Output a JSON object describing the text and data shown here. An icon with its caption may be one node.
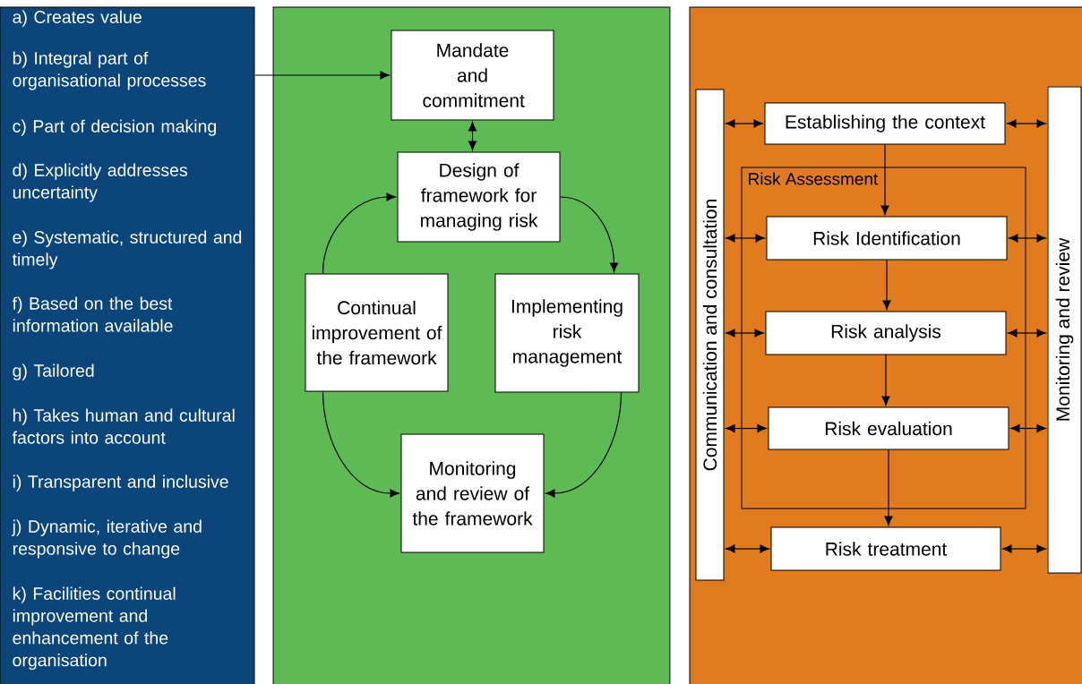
{
  "diagram": {
    "nodes": [
      {
        "text": [
          "a) Creates value",
          "b) Integral part of organisational processes",
          "c) Part of decision making",
          "d) Explicitly addresses uncertainty",
          "e) Systematic, structured and timely",
          "f) Based on the best information available",
          "g) Tailored",
          "h) Takes human and cultural factors into account",
          "i) Transparent and inclusive",
          "j) Dynamic, iterative and responsive to change",
          "k) Facilities continual improvement and enhancement of the organisation"
        ]
      },
      {
        "text": [],
        "shape": "box"
      },
      {
        "text": [
          "Mandate and commitment"
        ],
        "in": 1
      },
      {
        "text": [
          "Design of framework for managing risk"
        ],
        "in": 1
      },
      {
        "text": [
          "Continual improvement of the framework"
        ],
        "in": 1
      },
      {
        "text": [
          "Implementing risk management"
        ],
        "in": 1
      },
      {
        "text": [
          "Monitoring and review of the framework"
        ],
        "in": 1
      },
      {
        "text": [],
        "shape": "box"
      },
      {
        "text": [
          "Communication and consultation"
        ],
        "in": 7
      },
      {
        "text": [
          "Establishing the context"
        ],
        "in": 7
      },
      {
        "text": [
          "Risk Assessment"
        ],
        "in": 7
      },
      {
        "text": [
          "Risk Identification"
        ],
        "in": 10
      },
      {
        "text": [
          "Risk analysis"
        ],
        "in": 10
      },
      {
        "text": [
          "Risk evaluation"
        ],
        "in": 10
      },
      {
        "text": [
          "Risk treatment"
        ],
        "in": 7
      },
      {
        "text": [
          "Monitoring and review"
        ],
        "in": 7
      }
    ],
    "edges": [
      {
        "from": 0,
        "to": 2,
        "arrow": "to"
      },
      {
        "from": 2,
        "to": 3,
        "arrow": "both"
      },
      {
        "from": 3,
        "to": 5,
        "arrow": "to"
      },
      {
        "from": 5,
        "to": 6,
        "arrow": "to"
      },
      {
        "from": 4,
        "to": 6,
        "arrow": "to"
      },
      {
        "from": 4,
        "to": 3,
        "arrow": "to"
      },
      {
        "from": 9,
        "to": 11,
        "arrow": "to"
      },
      {
        "from": 11,
        "to": 12,
        "arrow": "to"
      },
      {
        "from": 12,
        "to": 13,
        "arrow": "to"
      },
      {
        "from": 13,
        "to": 14,
        "arrow": "to"
      },
      {
        "from": 8,
        "to": 9,
        "arrow": "both"
      },
      {
        "from": 8,
        "to": 11,
        "arrow": "both"
      },
      {
        "from": 8,
        "to": 12,
        "arrow": "both"
      },
      {
        "from": 8,
        "to": 13,
        "arrow": "both"
      },
      {
        "from": 8,
        "to": 14,
        "arrow": "both"
      },
      {
        "from": 9,
        "to": 15,
        "arrow": "both"
      },
      {
        "from": 11,
        "to": 15,
        "arrow": "both"
      },
      {
        "from": 12,
        "to": 15,
        "arrow": "both"
      },
      {
        "from": 13,
        "to": 15,
        "arrow": "both"
      },
      {
        "from": 14,
        "to": 15,
        "arrow": "both"
      }
    ]
  }
}
